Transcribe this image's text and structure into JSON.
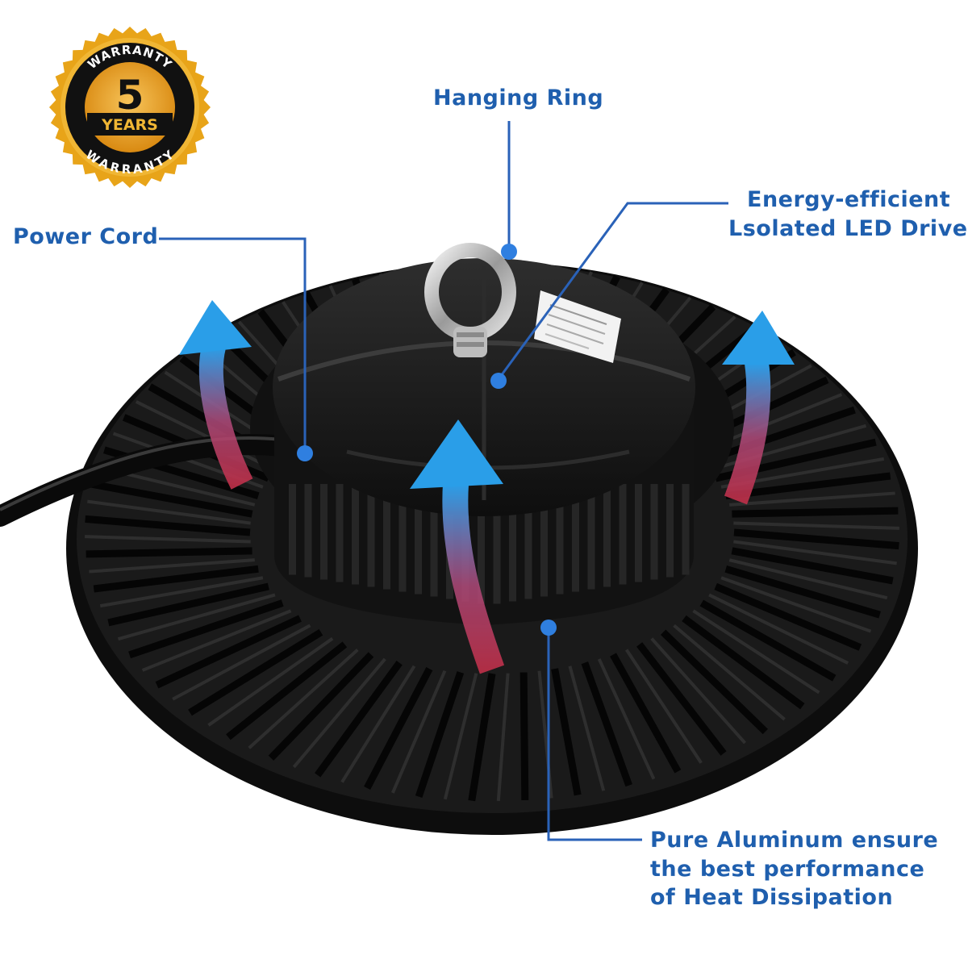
{
  "badge": {
    "arc_top": "WARRANTY",
    "number": "5",
    "ribbon": "YEARS",
    "arc_bottom": "WARRANTY"
  },
  "callouts": {
    "hanging_ring": "Hanging Ring",
    "power_cord": "Power Cord",
    "driver_line1": "Energy-efficient",
    "driver_line2": "Lsolated LED Driver",
    "aluminum_line1": "Pure Aluminum ensure",
    "aluminum_line2": "the best performance",
    "aluminum_line3": "of Heat Dissipation"
  },
  "colors": {
    "label_blue": "#1f5fae",
    "leader_blue": "#2a62b8",
    "arrow_blue": "#2a9ee8",
    "arrow_red": "#c0304a",
    "heatsink_black": "#151515",
    "badge_gold": "#e8a419"
  }
}
